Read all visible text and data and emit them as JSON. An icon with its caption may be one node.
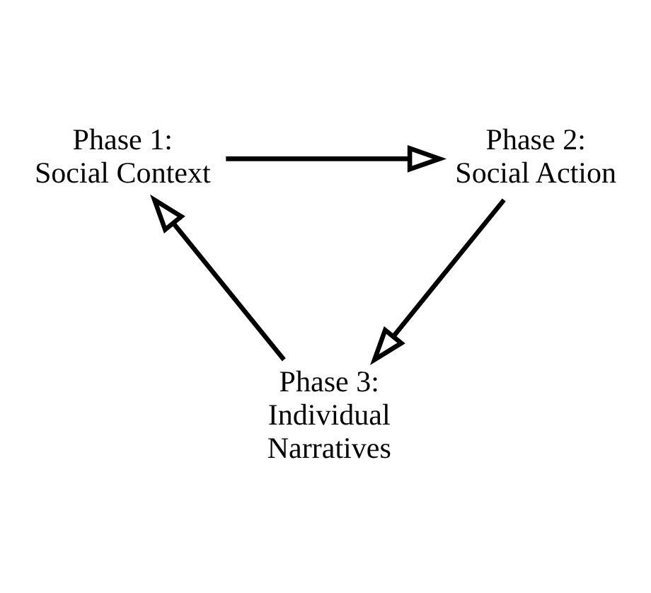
{
  "diagram": {
    "nodes": [
      {
        "text": [
          "Phase 1: Social Context"
        ]
      },
      {
        "text": [
          "Phase 2: Social Action"
        ]
      },
      {
        "text": [
          "Phase 3: Individual Narratives"
        ]
      }
    ],
    "edges": [
      {
        "from": 0,
        "to": 1,
        "arrow": "to"
      },
      {
        "from": 1,
        "to": 2,
        "arrow": "to"
      },
      {
        "from": 2,
        "to": 0,
        "arrow": "to"
      }
    ]
  }
}
